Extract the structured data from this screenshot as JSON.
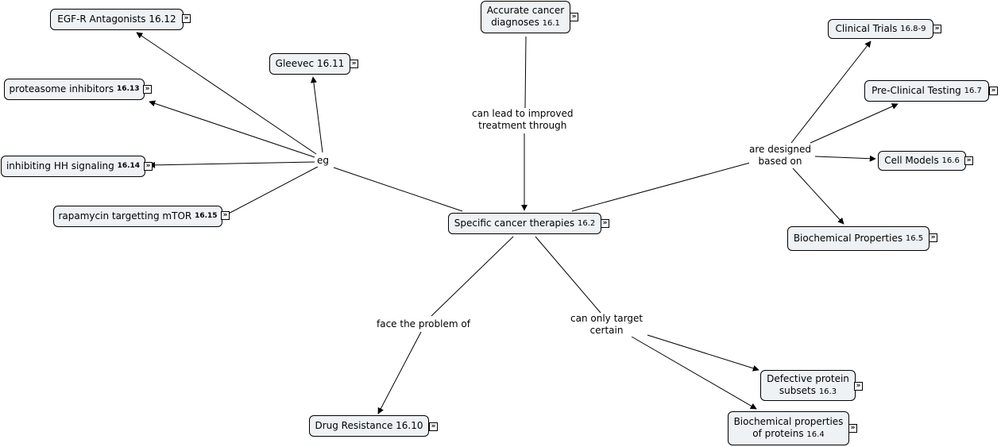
{
  "concepts": {
    "egfr": {
      "label": "EGF-R Antagonists 16.12"
    },
    "gleevec": {
      "label": "Gleevec 16.11"
    },
    "proteasome": {
      "label": "proteasome inhibitors",
      "num": "16.13"
    },
    "hh": {
      "label": "inhibiting HH signaling",
      "num": "16.14"
    },
    "rapamycin": {
      "label": "rapamycin targetting mTOR",
      "num": "16.15"
    },
    "accurate": {
      "line1": "Accurate cancer",
      "line2": "diagnoses",
      "num": "16.1"
    },
    "specific": {
      "label": "Specific cancer therapies",
      "num": "16.2"
    },
    "drug": {
      "label": "Drug Resistance 16.10"
    },
    "clinical": {
      "label": "Clinical Trials",
      "num": "16.8-9"
    },
    "preclinical": {
      "label": "Pre-Clinical Testing",
      "num": "16.7"
    },
    "cellmodels": {
      "label": "Cell Models",
      "num": "16.6"
    },
    "biochemprops": {
      "label": "Biochemical Properties",
      "num": "16.5"
    },
    "defective": {
      "line1": "Defective protein",
      "line2": "subsets",
      "num": "16.3"
    },
    "biochemproteins": {
      "line1": "Biochemical properties",
      "line2": "of proteins",
      "num": "16.4"
    }
  },
  "links": {
    "eg": "eg",
    "lead_line1": "can lead to improved",
    "lead_line2": "treatment through",
    "designed_line1": "are designed",
    "designed_line2": "based on",
    "face": "face the problem of",
    "target_line1": "can only target",
    "target_line2": "certain"
  },
  "expand_glyph": "»"
}
